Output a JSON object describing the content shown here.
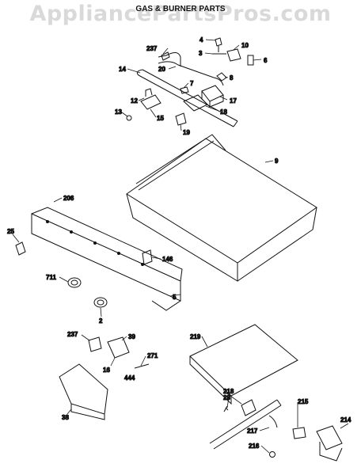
{
  "watermark": "AppliancePartsPros.com",
  "title": "GAS & BURNER PARTS",
  "labels": {
    "p4": "4",
    "p10": "10",
    "p237a": "237",
    "p3": "3",
    "p6": "6",
    "p20": "20",
    "p14": "14",
    "p7": "7",
    "p8": "8",
    "p12": "12",
    "p17": "17",
    "p13": "13",
    "p15": "15",
    "p18": "18",
    "p19": "19",
    "p9": "9",
    "p206": "206",
    "p25": "25",
    "p146": "146",
    "p711": "711",
    "p5": "5",
    "p2": "2",
    "p237b": "237",
    "p39": "39",
    "p271": "271",
    "p16": "16",
    "p444": "444",
    "p219": "219",
    "p38": "38",
    "p28": "28",
    "p218": "218",
    "p215": "215",
    "p214": "214",
    "p217": "217",
    "p216": "216"
  }
}
